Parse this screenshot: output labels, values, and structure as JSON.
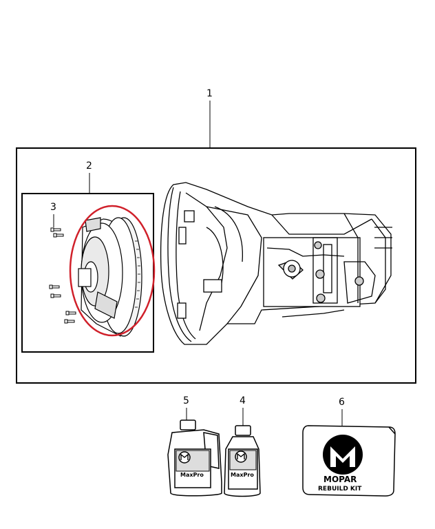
{
  "callouts": {
    "c1": "1",
    "c2": "2",
    "c3": "3",
    "c4": "4",
    "c5": "5",
    "c6": "6"
  },
  "labels": {
    "bottle_brand": "MaxPro",
    "jug_brand": "MaxPro",
    "kit_brand": "MOPAR",
    "kit_name": "REBUILD KIT"
  },
  "colors": {
    "highlight": "#d0202a",
    "ink": "#000000"
  },
  "icons": {
    "brand_logo": "mopar-m-logo"
  }
}
